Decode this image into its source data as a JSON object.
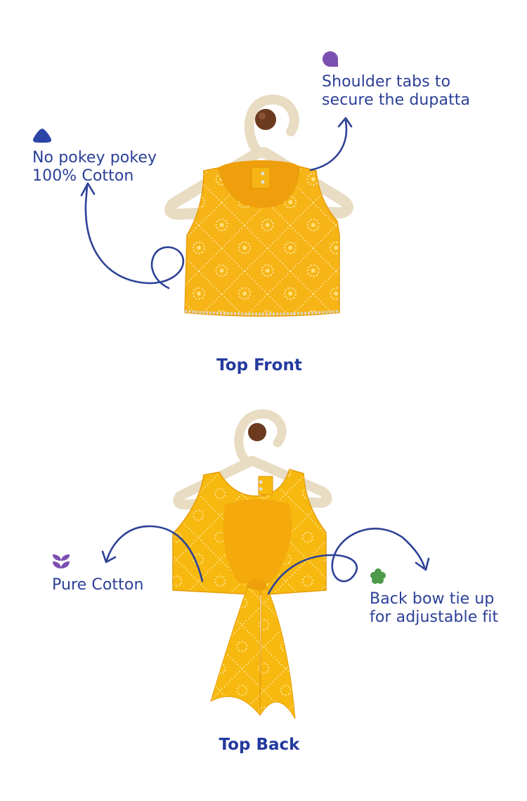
{
  "colors": {
    "text": "#2b3f97",
    "arrow": "#2d4296",
    "fabric": "#f6b416",
    "fabric_dark": "#ee9f0a",
    "fabric_pattern": "#fff3c8",
    "hanger": "#e8dcc3",
    "hanger_knob": "#6b3a1f",
    "icon_blue": "#2a45a6",
    "icon_purple": "#7b4fb0",
    "icon_green": "#4c9a4a"
  },
  "front_section": {
    "caption": "Top Front",
    "callouts": [
      {
        "icon": "blue-triangle-blob-icon",
        "lines": [
          "No pokey pokey",
          "100% Cotton"
        ]
      },
      {
        "icon": "purple-drop-icon",
        "lines": [
          "Shoulder tabs to",
          "secure the dupatta"
        ]
      }
    ]
  },
  "back_section": {
    "caption": "Top Back",
    "callouts": [
      {
        "icon": "purple-leaf-icon",
        "lines": [
          "Pure Cotton"
        ]
      },
      {
        "icon": "green-flower-icon",
        "lines": [
          "Back bow tie up",
          "for adjustable fit"
        ]
      }
    ]
  }
}
